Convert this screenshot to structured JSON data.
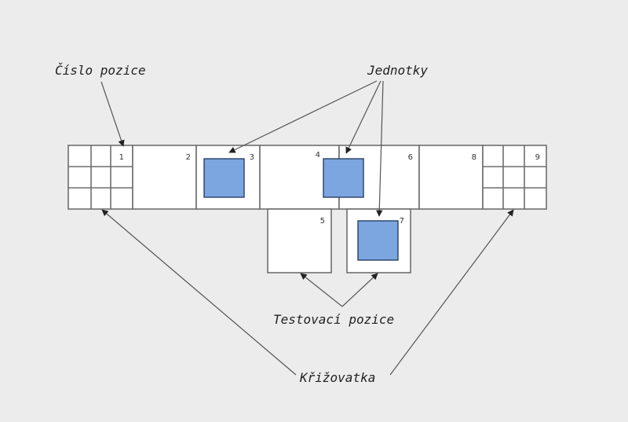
{
  "diagram": {
    "labels": {
      "cislo_pozice": "Číslo pozice",
      "jednotky": "Jednotky",
      "testovaci_pozice": "Testovací pozice",
      "krizovatka": "Křižovatka"
    },
    "positions": [
      {
        "number": "1",
        "kind": "crossing",
        "has_unit": false
      },
      {
        "number": "2",
        "kind": "track",
        "has_unit": false
      },
      {
        "number": "3",
        "kind": "track",
        "has_unit": true
      },
      {
        "number": "4",
        "kind": "track",
        "has_unit": true
      },
      {
        "number": "5",
        "kind": "test",
        "has_unit": false
      },
      {
        "number": "6",
        "kind": "track",
        "has_unit": false
      },
      {
        "number": "7",
        "kind": "test",
        "has_unit": true
      },
      {
        "number": "8",
        "kind": "track",
        "has_unit": false
      },
      {
        "number": "9",
        "kind": "crossing",
        "has_unit": false
      }
    ],
    "colors": {
      "background": "#ececec",
      "cell_fill": "#ffffff",
      "cell_border": "#6e6e6e",
      "unit_fill": "#7ba6e0",
      "unit_border": "#2a3f66",
      "arrow": "#555555"
    }
  }
}
